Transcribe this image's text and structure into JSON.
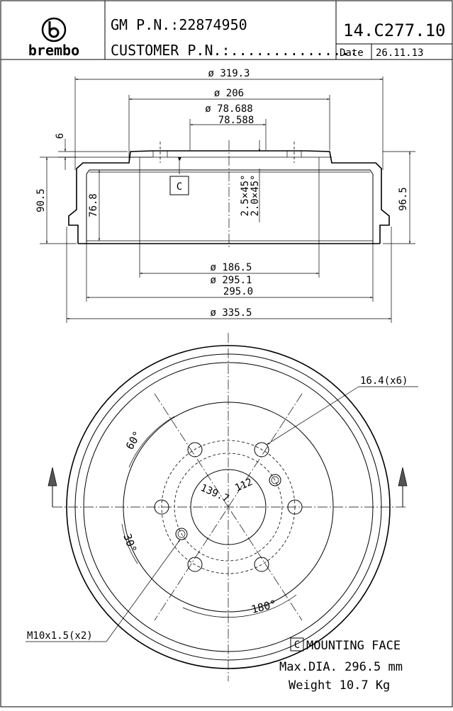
{
  "title_block": {
    "brand": "brembo",
    "gm_pn": "GM P.N.:22874950",
    "customer_pn": "CUSTOMER P.N.:...............",
    "code": "14.C277.10",
    "date_label": "Date",
    "date": "26.11.13"
  },
  "dims": {
    "d_319": "ø 319.3",
    "d_206": "ø 206",
    "d_78a": "ø 78.688",
    "d_78b": "78.588",
    "d_6": "6",
    "d_90": "90.5",
    "d_76": "76.8",
    "d_96": "96.5",
    "chamfer_a": "2.5×45°",
    "chamfer_b": "2.0×45°",
    "d_186": "ø 186.5",
    "d_295a": "ø 295.1",
    "d_295b": "295.0",
    "d_335": "ø 335.5",
    "datum": "C"
  },
  "plan": {
    "holes": "16.4(x6)",
    "a60": "60°",
    "a30": "30°",
    "a180": "180°",
    "pcd": "139.7",
    "pcd2": "112",
    "thread": "M10x1.5(x2)"
  },
  "notes": {
    "datum": "C",
    "mounting": "MOUNTING FACE",
    "maxdia": "Max.DIA. 296.5 mm",
    "weight": "Weight  10.7 Kg"
  }
}
